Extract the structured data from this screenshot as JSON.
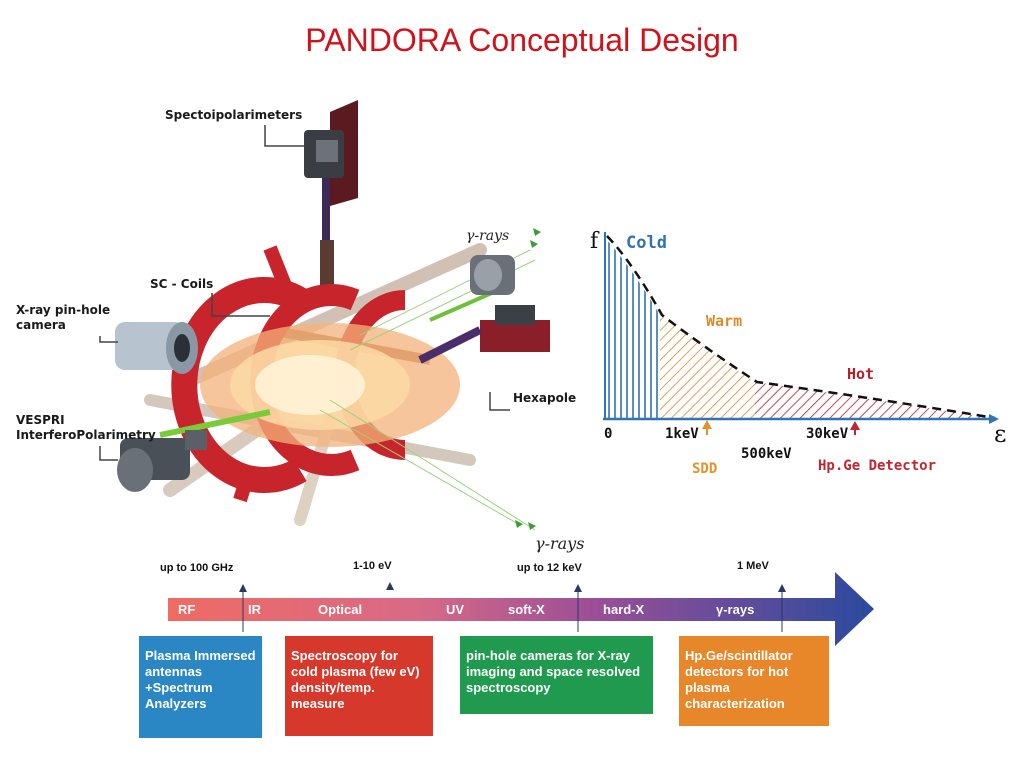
{
  "title": "PANDORA Conceptual Design",
  "device_callouts": {
    "spectro": "Spectoipolarimeters",
    "sc_coils": "SC - Coils",
    "xray_cam": "X-ray pin-hole camera",
    "vespri": "VESPRI InterferoPolarimetry",
    "hexapole": "Hexapole"
  },
  "gamma_top": "γ-rays",
  "gamma_bottom": "γ-rays",
  "distribution": {
    "f_label": "f",
    "cold": "Cold",
    "warm": "Warm",
    "hot": "Hot",
    "zero": "0",
    "kev1": "1keV",
    "kev30": "30keV",
    "kev500": "500keV",
    "epsilon": "ε",
    "sdd": "SDD",
    "hpge": "Hp.Ge Detector",
    "colors": {
      "cold": "#2f74b5",
      "warm": "#d98b2b",
      "hot": "#b3202a"
    }
  },
  "spectrum": {
    "ticks": {
      "ghz": "up to 100 GHz",
      "ev": "1-10 eV",
      "kev": "up to 12 keV",
      "mev": "1 MeV"
    },
    "bands": {
      "rf": "RF",
      "ir": "IR",
      "optical": "Optical",
      "uv": "UV",
      "softx": "soft-X",
      "hardx": "hard-X",
      "gamma": "γ-rays"
    }
  },
  "boxes": {
    "blue": "Plasma Immersed antennas +Spectrum Analyzers",
    "red": "Spectroscopy for cold plasma (few eV) density/temp. measure",
    "green": "pin-hole cameras for X-ray imaging and space resolved spectroscopy",
    "orange": "Hp.Ge/scintillator detectors for hot plasma characterization",
    "colors": {
      "blue": "#2b86c4",
      "red": "#d6392c",
      "green": "#1f9a4e",
      "orange": "#e8862a"
    }
  }
}
